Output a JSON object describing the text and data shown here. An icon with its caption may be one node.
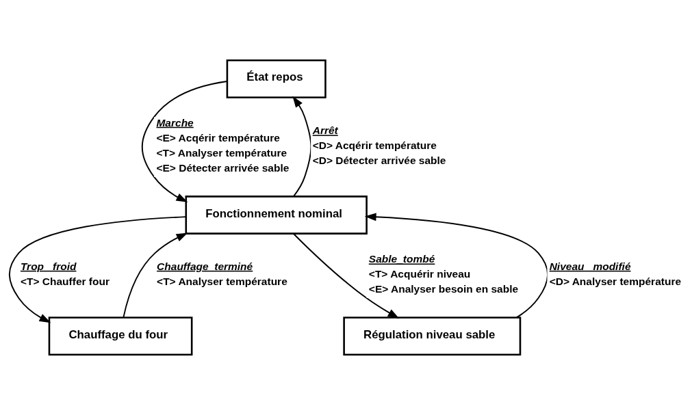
{
  "diagram": {
    "nodes": [
      {
        "text": [
          "État repos"
        ]
      },
      {
        "text": [
          "Fonctionnement nominal"
        ]
      },
      {
        "text": [
          "Chauffage du four"
        ]
      },
      {
        "text": [
          "Régulation niveau sable"
        ]
      }
    ],
    "edges": [
      {
        "from": 0,
        "to": 1,
        "arrow": "to",
        "label": [
          "Marche",
          "<E> Acqérir température",
          "<T> Analyser température",
          "<E> Détecter arrivée sable"
        ]
      },
      {
        "from": 1,
        "to": 0,
        "arrow": "to",
        "label": [
          "Arrêt",
          "<D> Acqérir température",
          "<D> Détecter arrivée sable"
        ]
      },
      {
        "from": 2,
        "to": 1,
        "arrow": "to",
        "label": [
          "Chauffage_terminé",
          "<T> Analyser température"
        ]
      },
      {
        "from": 3,
        "to": 1,
        "arrow": "to",
        "label": [
          "Niveau_ modifié",
          "<D> Analyser température"
        ]
      },
      {
        "from": 1,
        "to": 2,
        "arrow": "to",
        "label": [
          "Trop_ froid",
          "<T> Chauffer four"
        ]
      },
      {
        "from": 1,
        "to": 3,
        "arrow": "to",
        "label": [
          "Sable_tombé",
          "<T> Acquérir niveau",
          "<E> Analyser besoin en sable"
        ]
      }
    ]
  }
}
